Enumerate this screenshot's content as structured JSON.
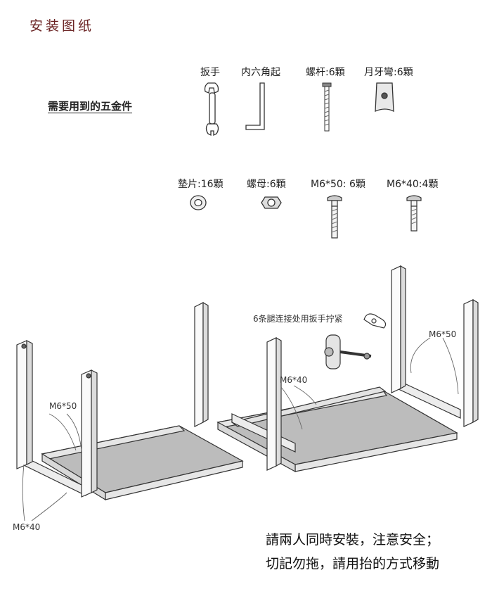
{
  "title": "安装图纸",
  "hardware_heading": "需要用到的五金件",
  "hardware": {
    "wrench": "扳手",
    "hex_key": "内六角起",
    "screw_rod": "螺杆:6顆",
    "crescent": "月牙彎:6顆",
    "washer": "墊片:16顆",
    "nut": "螺母:6顆",
    "bolt50": "M6*50: 6顆",
    "bolt40": "M6*40:4顆"
  },
  "diagram": {
    "tighten_note": "6条腿连接处用扳手拧紧",
    "left_m650": "M6*50",
    "left_m640": "M6*40",
    "right_m640": "M6*40",
    "right_m650": "M6*50"
  },
  "notes": {
    "line1": "請兩人同時安裝，注意安全；",
    "line2": "切記勿拖，請用抬的方式移動"
  }
}
